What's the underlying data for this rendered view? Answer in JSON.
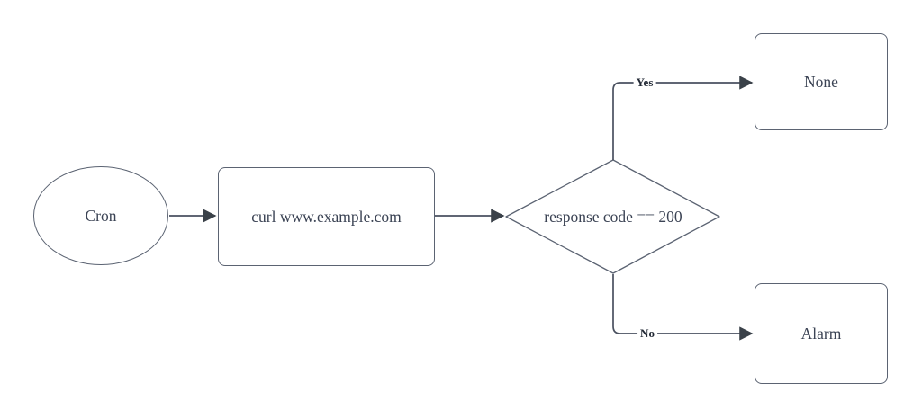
{
  "diagram": {
    "description": "Flowchart of a cron-based website uptime check",
    "background_color": "#ffffff",
    "colors": {
      "shape_border": "#5b6372",
      "shape_fill": "#ffffff",
      "connector": "#4a5160",
      "arrowhead": "#3a4149",
      "node_text": "#3b4354",
      "edge_label_text": "#202733"
    },
    "nodes": {
      "cron": {
        "label": "Cron",
        "shape": "ellipse"
      },
      "curl": {
        "label": "curl www.example.com",
        "shape": "rounded-rectangle"
      },
      "decision": {
        "label": "response code == 200",
        "shape": "diamond"
      },
      "none": {
        "label": "None",
        "shape": "rounded-rectangle"
      },
      "alarm": {
        "label": "Alarm",
        "shape": "rounded-rectangle"
      }
    },
    "edges": [
      {
        "from": "cron",
        "to": "curl",
        "label": ""
      },
      {
        "from": "curl",
        "to": "decision",
        "label": ""
      },
      {
        "from": "decision",
        "to": "none",
        "label": "Yes"
      },
      {
        "from": "decision",
        "to": "alarm",
        "label": "No"
      }
    ],
    "edge_labels": {
      "yes": "Yes",
      "no": "No"
    }
  }
}
